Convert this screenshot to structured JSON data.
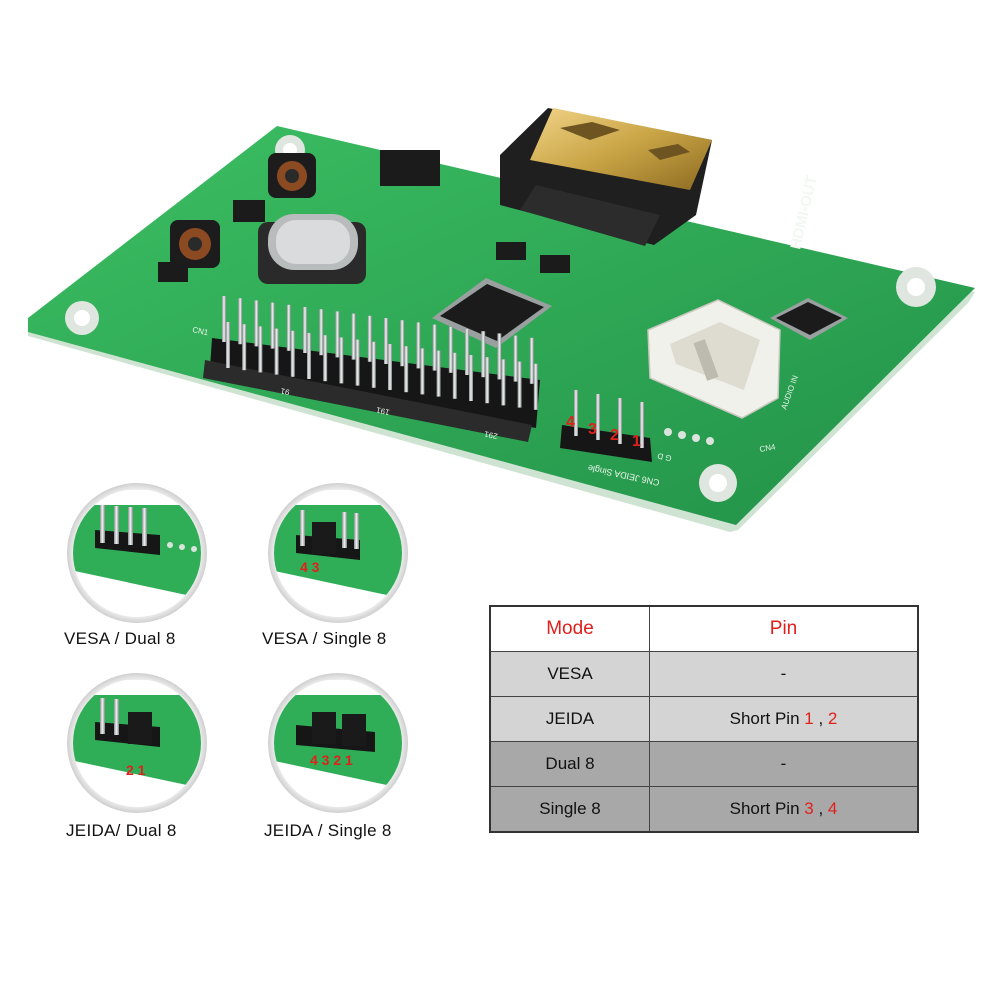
{
  "board": {
    "silkscreen_hdmi": "HDMI-OUT",
    "header_cn1": "CN1",
    "header_labels": [
      "91",
      "191",
      "291"
    ],
    "jumper_numbers": [
      "4",
      "3",
      "2",
      "1"
    ],
    "jumper_label": "CN6 JEIDA Single",
    "jumper_gnd": "G  D",
    "audio_label": "AUDIO IN",
    "cn4_label": "CN4"
  },
  "insets": [
    {
      "caption": "VESA / Dual 8",
      "marks": ""
    },
    {
      "caption": "VESA / Single 8",
      "marks": "4 3"
    },
    {
      "caption": "JEIDA/ Dual 8",
      "marks": "2 1"
    },
    {
      "caption": "JEIDA / Single 8",
      "marks": "4 3 2 1"
    }
  ],
  "table": {
    "headers": [
      "Mode",
      "Pin"
    ],
    "rows": [
      {
        "mode": "VESA",
        "pin_prefix": "-",
        "pin_a": "",
        "sep": "",
        "pin_b": ""
      },
      {
        "mode": "JEIDA",
        "pin_prefix": "Short Pin ",
        "pin_a": "1",
        "sep": " , ",
        "pin_b": "2"
      },
      {
        "mode": "Dual 8",
        "pin_prefix": "-",
        "pin_a": "",
        "sep": "",
        "pin_b": ""
      },
      {
        "mode": "Single 8",
        "pin_prefix": "Short Pin ",
        "pin_a": "3",
        "sep": " , ",
        "pin_b": "4"
      }
    ]
  },
  "colors": {
    "pcb": "#2fae57",
    "pcb_dark": "#1e8a41",
    "header_red": "#e0201c",
    "gold": "#c9a445"
  }
}
